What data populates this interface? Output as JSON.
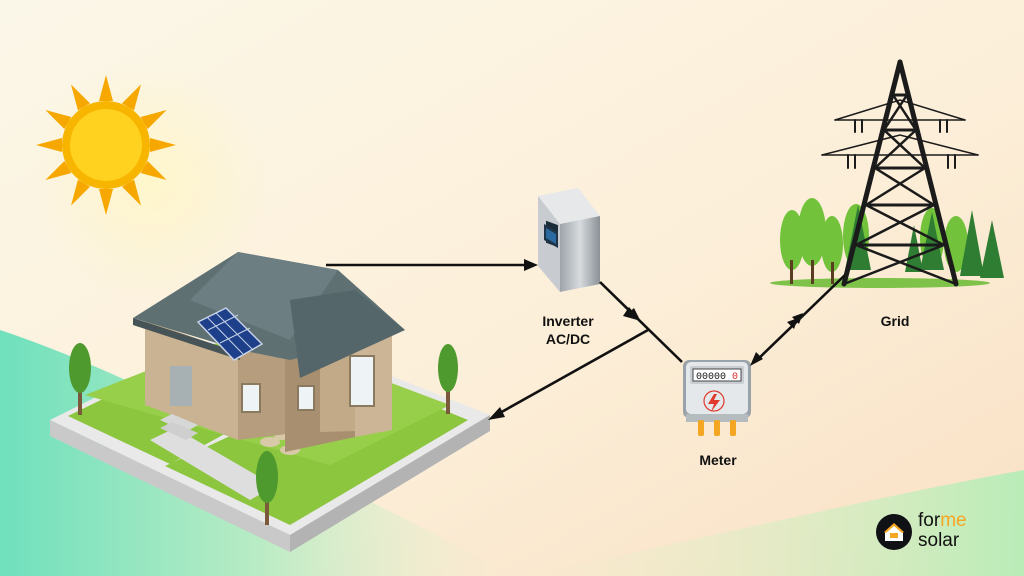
{
  "labels": {
    "inverter_line1": "Inverter",
    "inverter_line2": "AC/DC",
    "grid": "Grid",
    "meter": "Meter"
  },
  "meter_display": "00000",
  "meter_display_last": "0",
  "logo": {
    "word1": "for",
    "word2": "me",
    "word3": "solar"
  },
  "colors": {
    "accent_orange": "#f5a623",
    "arrow": "#111111",
    "roof": "#5f7073",
    "wall": "#cbb596",
    "grass": "#8cc63f",
    "sun": "#f7b500"
  }
}
